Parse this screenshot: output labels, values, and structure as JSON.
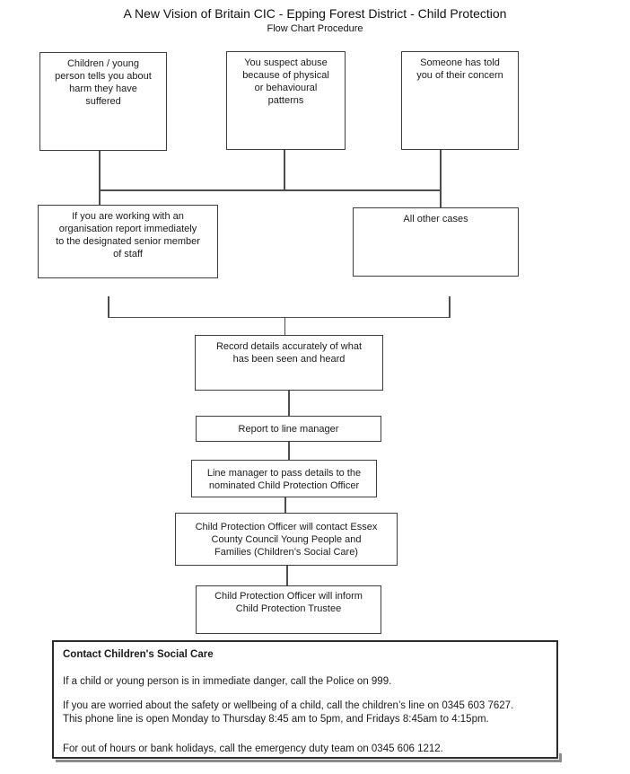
{
  "header": {
    "title": "A New Vision of Britain CIC - Epping Forest District - Child Protection",
    "subtitle": "Flow Chart Procedure"
  },
  "flowchart": {
    "sources": [
      {
        "id": "disclosure",
        "text": "Children / young\nperson tells you about\nharm they have\nsuffered"
      },
      {
        "id": "suspect",
        "text": "You suspect abuse\nbecause of physical\nor behavioural\npatterns"
      },
      {
        "id": "concern",
        "text": "Someone has told\nyou of their concern"
      }
    ],
    "routes": [
      {
        "id": "organisation",
        "text": "If you are working with an\norganisation report immediately\nto the designated senior member\nof staff"
      },
      {
        "id": "other-cases",
        "text": "All other cases"
      }
    ],
    "steps": [
      {
        "id": "record",
        "text": "Record details accurately of what\nhas been seen and heard"
      },
      {
        "id": "report",
        "text": "Report to line manager"
      },
      {
        "id": "line-manager",
        "text": "Line manager to pass details to the\nnominated Child Protection Officer"
      },
      {
        "id": "cpo-contact",
        "text": "Child Protection Officer will contact Essex\nCounty Council Young People and\nFamilies (Children’s Social Care)"
      },
      {
        "id": "cpo-inform",
        "text": "Child Protection Officer will inform\nChild Protection Trustee"
      }
    ]
  },
  "contact_panel": {
    "heading": "Contact Children's Social Care",
    "paragraphs": [
      "If a child or young person is in immediate danger, call the Police on 999.",
      "If you are worried about the safety or wellbeing of a child, call the children’s line on 0345 603 7627.\nThis phone line is open Monday to Thursday 8:45 am to 5pm, and Fridays 8:45am to 4:15pm.",
      "For out of hours or bank holidays, call the emergency duty team on 0345 606 1212."
    ]
  },
  "colors": {
    "background": "#ffffff",
    "text": "#1a1a1a",
    "box_border": "#3d3d3d",
    "connector_line": "#4d4d4d",
    "panel_border": "#2b2b2b",
    "panel_shadow": "#8a8a8a"
  }
}
